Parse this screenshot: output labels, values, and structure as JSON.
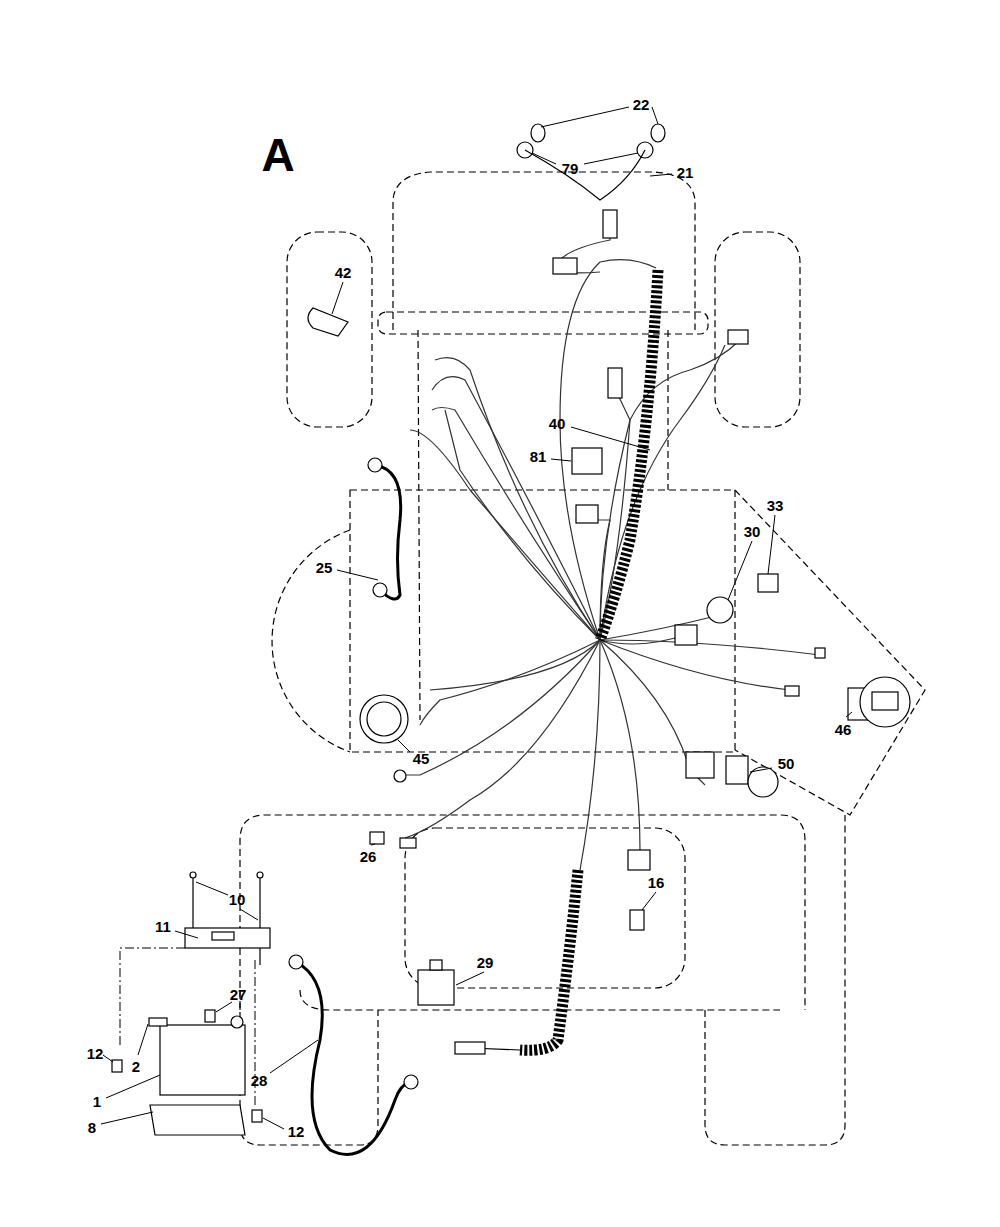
{
  "diagram": {
    "labels": [
      "A",
      "22",
      "79",
      "21",
      "42",
      "40",
      "81",
      "33",
      "30",
      "25",
      "46",
      "45",
      "50",
      "26",
      "16",
      "29",
      "10",
      "11",
      "27",
      "12",
      "2",
      "1",
      "8",
      "28",
      "12"
    ]
  }
}
